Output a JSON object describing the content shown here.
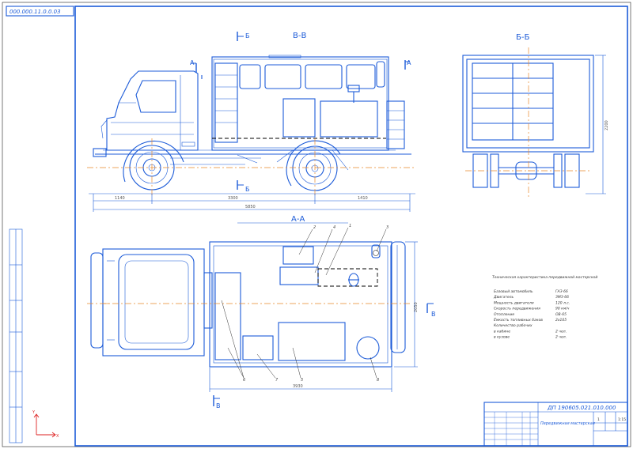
{
  "drawing": {
    "stamp_code": "000.000.11.0.0.03",
    "views": {
      "side_title": "В-В",
      "end_title": "Б-Б",
      "plan_title": "А-А"
    },
    "section_markers": {
      "a_left": "А",
      "a_right": "А",
      "b_top": "Б",
      "b_bottom": "Б",
      "v_right": "В",
      "v_bottom": "В"
    },
    "dimensions": {
      "front_overhang": "1140",
      "wheelbase": "3300",
      "rear_overhang": "1410",
      "overall_length": "5850",
      "body_height": "2200",
      "body_width": "2050",
      "body_length": "3930"
    },
    "callouts": [
      "1",
      "2",
      "3",
      "4",
      "5",
      "6",
      "7",
      "8"
    ],
    "spec_title": "Техническая характеристика передвижной мастерской",
    "specs": [
      {
        "label": "Базовый автомобиль",
        "value": "ГАЗ-66"
      },
      {
        "label": "Двигатель",
        "value": "ЗМЗ-66"
      },
      {
        "label": "Мощность двигателя",
        "value": "120 л.с."
      },
      {
        "label": "Скорость передвижения",
        "value": "90 км/ч"
      },
      {
        "label": "Отопление",
        "value": "ОВ-65"
      },
      {
        "label": "Ёмкость топливных баков",
        "value": "2х105"
      },
      {
        "label": "Количество рабочих",
        "value": ""
      },
      {
        "label": "в кабине",
        "value": "2 чел."
      },
      {
        "label": "в кузове",
        "value": "2 чел."
      }
    ],
    "title_block": {
      "doc_code": "ДП 190605.021.010.000",
      "name": "Передвижная мастерская",
      "scale": "1:15",
      "sheet": "1"
    }
  }
}
